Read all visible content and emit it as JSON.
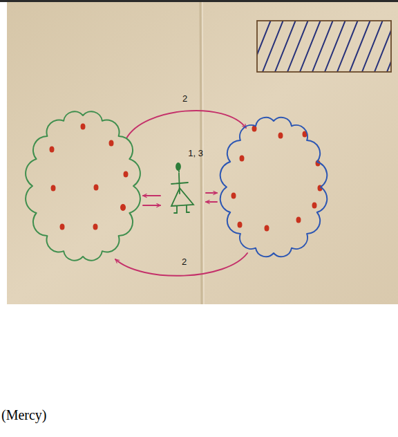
{
  "diagram": {
    "caption": "(Mercy)",
    "nodes": [
      {
        "text": []
      },
      {
        "text": [
          "1, 3"
        ]
      },
      {
        "text": []
      }
    ],
    "edges": [
      {
        "from": 0,
        "to": 2,
        "arrow": "to",
        "label": "2"
      },
      {
        "from": 2,
        "to": 0,
        "arrow": "to",
        "label": "2"
      },
      {
        "from": 1,
        "to": 0,
        "arrow": "to"
      },
      {
        "from": 0,
        "to": 1,
        "arrow": "to"
      },
      {
        "from": 1,
        "to": 2,
        "arrow": "to"
      },
      {
        "from": 2,
        "to": 1,
        "arrow": "to"
      }
    ]
  }
}
